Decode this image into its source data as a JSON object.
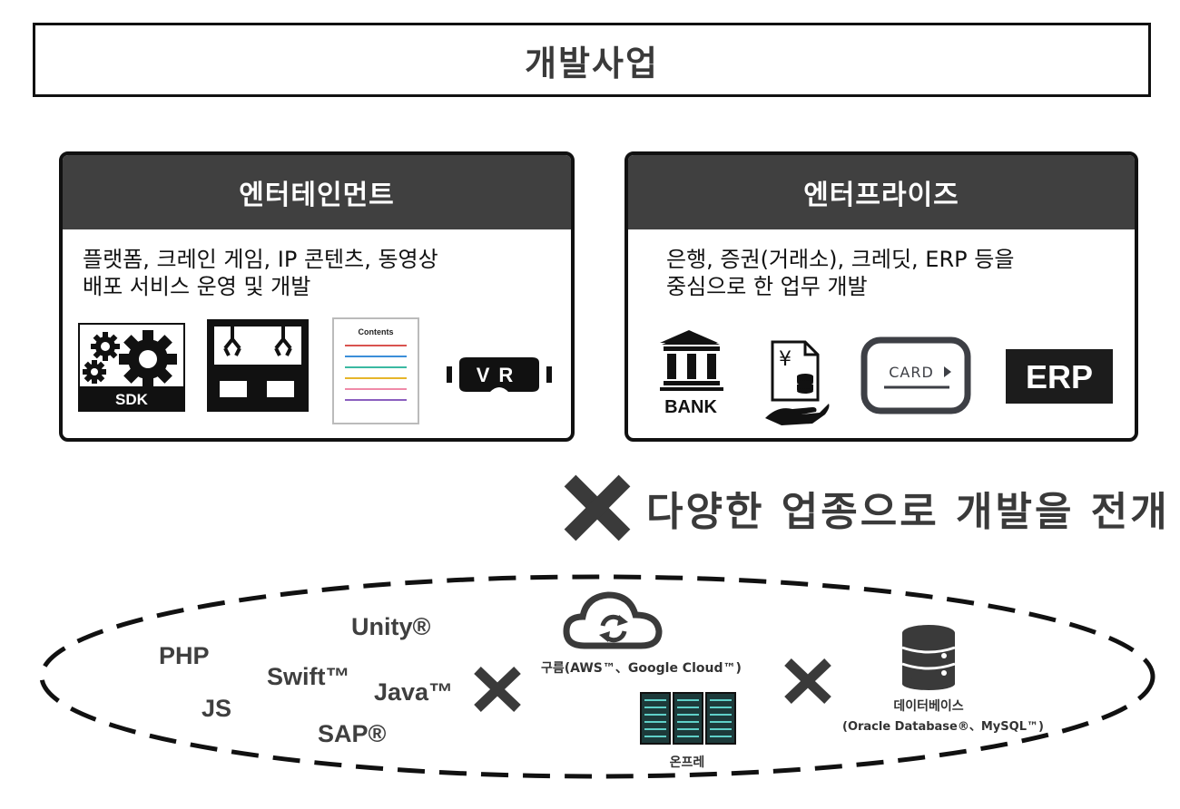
{
  "title": "개발사업",
  "panels": {
    "entertainment": {
      "header": "엔터테인먼트",
      "description": "플랫폼, 크레인 게임, IP 콘텐츠, 동영상\n배포 서비스 운영 및 개발",
      "icons": [
        {
          "name": "sdk-gears-icon",
          "label": "SDK"
        },
        {
          "name": "crane-game-icon"
        },
        {
          "name": "contents-document-icon",
          "label": "Contents"
        },
        {
          "name": "vr-headset-icon",
          "label": "VR"
        }
      ]
    },
    "enterprise": {
      "header": "엔터프라이즈",
      "description": "은행, 증권(거래소), 크레딧, ERP 등을\n중심으로 한 업무 개발",
      "icons": [
        {
          "name": "bank-icon",
          "label": "BANK"
        },
        {
          "name": "securities-document-icon",
          "label": "¥"
        },
        {
          "name": "credit-card-icon",
          "label": "CARD"
        },
        {
          "name": "erp-icon",
          "label": "ERP"
        }
      ]
    }
  },
  "tagline": "다양한 업종으로 개발을 전개",
  "technologies": [
    "PHP",
    "JS",
    "Unity®",
    "Swift™",
    "SAP®",
    "Java™"
  ],
  "infrastructure": {
    "cloud_label": "구름(AWS™、Google Cloud™)",
    "onprem_label": "온프레",
    "database_label": "데이터베이스",
    "database_sub": "(Oracle Database®、MySQL™)"
  },
  "colors": {
    "header_bg": "#404040",
    "text_dark": "#3a3a3a",
    "icon": "#111111"
  }
}
